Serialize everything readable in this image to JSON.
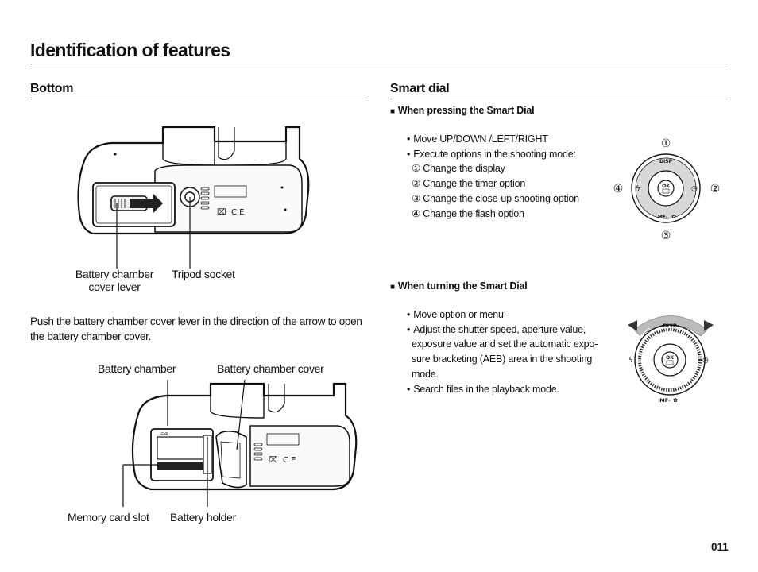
{
  "page": {
    "title": "Identification of features",
    "page_number": "011"
  },
  "bottom": {
    "heading": "Bottom",
    "label_lever_line1": "Battery chamber",
    "label_lever_line2": "cover lever",
    "label_tripod": "Tripod socket",
    "instruction": "Push the battery chamber cover lever in the direction of the arrow to open the battery chamber cover.",
    "label_battery_chamber": "Battery chamber",
    "label_chamber_cover": "Battery chamber cover",
    "label_memory_slot": "Memory card slot",
    "label_battery_holder": "Battery holder"
  },
  "smart_dial": {
    "heading": "Smart dial",
    "pressing": {
      "heading": "When pressing the Smart Dial",
      "items": [
        {
          "kind": "main",
          "text": "Move UP/DOWN /LEFT/RIGHT"
        },
        {
          "kind": "main",
          "text": "Execute options in the shooting mode:"
        },
        {
          "kind": "sub",
          "text": "① Change the display"
        },
        {
          "kind": "sub",
          "text": "② Change the timer option"
        },
        {
          "kind": "sub",
          "text": "③ Change the close-up shooting option"
        },
        {
          "kind": "sub",
          "text": "④ Change the flash option"
        }
      ],
      "dial_marks": [
        "①",
        "②",
        "③",
        "④"
      ],
      "dial_labels": {
        "top": "DISP",
        "center_top": "OK",
        "bottom": "MF-"
      }
    },
    "turning": {
      "heading": "When turning the Smart Dial",
      "items": [
        {
          "kind": "main",
          "text": "Move option or menu"
        },
        {
          "kind": "main",
          "text": "Adjust the shutter speed, aperture value,"
        },
        {
          "kind": "cont",
          "text": "exposure value and set the automatic expo-"
        },
        {
          "kind": "cont",
          "text": "sure bracketing (AEB) area in the shooting"
        },
        {
          "kind": "cont",
          "text": "mode."
        },
        {
          "kind": "main",
          "text": "Search files in the playback mode."
        }
      ],
      "dial_labels": {
        "top": "DISP",
        "center_top": "OK",
        "bottom": "MF-"
      }
    }
  },
  "icons": {
    "square_bullet": "■"
  }
}
